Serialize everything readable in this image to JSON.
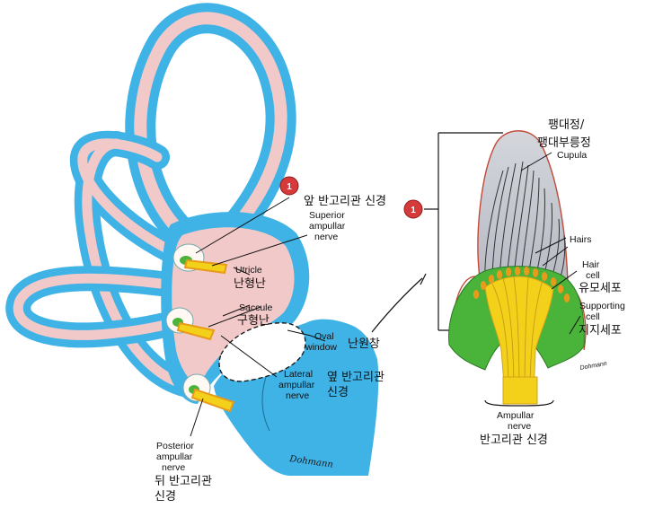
{
  "badges": {
    "left": "1",
    "right": "1"
  },
  "labels": {
    "superior_ko": "앞 반고리관 신경",
    "superior_en_1": "Superior",
    "superior_en_2": "ampullar",
    "superior_en_3": "nerve",
    "utricle_en": "Utricle",
    "utricle_ko": "난형난",
    "saccule_en": "Saccule",
    "saccule_ko": "구형난",
    "oval_en_1": "Oval",
    "oval_en_2": "window",
    "oval_ko": "난원창",
    "lateral_en_1": "Lateral",
    "lateral_en_2": "ampullar",
    "lateral_en_3": "nerve",
    "lateral_ko_1": "옆 반고리관",
    "lateral_ko_2": "신경",
    "posterior_en_1": "Posterior",
    "posterior_en_2": "ampullar",
    "posterior_en_3": "nerve",
    "posterior_ko_1": "뒤 반고리관",
    "posterior_ko_2": "신경",
    "cupula_ko_1": "팽대정/",
    "cupula_ko_2": "팽대부릉정",
    "cupula_en": "Cupula",
    "hairs_en": "Hairs",
    "haircell_en_1": "Hair",
    "haircell_en_2": "cell",
    "haircell_ko": "유모세포",
    "supporting_en_1": "Supporting",
    "supporting_en_2": "cell",
    "supporting_ko": "지지세포",
    "ampnerve_en_1": "Ampullar",
    "ampnerve_en_2": "nerve",
    "ampnerve_ko": "반고리관 신경",
    "signature": "Dohmann"
  },
  "colors": {
    "canal_outer": "#3fb2e6",
    "canal_inner": "#f2c9c9",
    "badge": "#d63a3a",
    "nerve_yellow": "#f3d11a",
    "nerve_orange": "#e89a1a",
    "support_green": "#49b33a",
    "cupula_gray": "#c9ccd4"
  }
}
